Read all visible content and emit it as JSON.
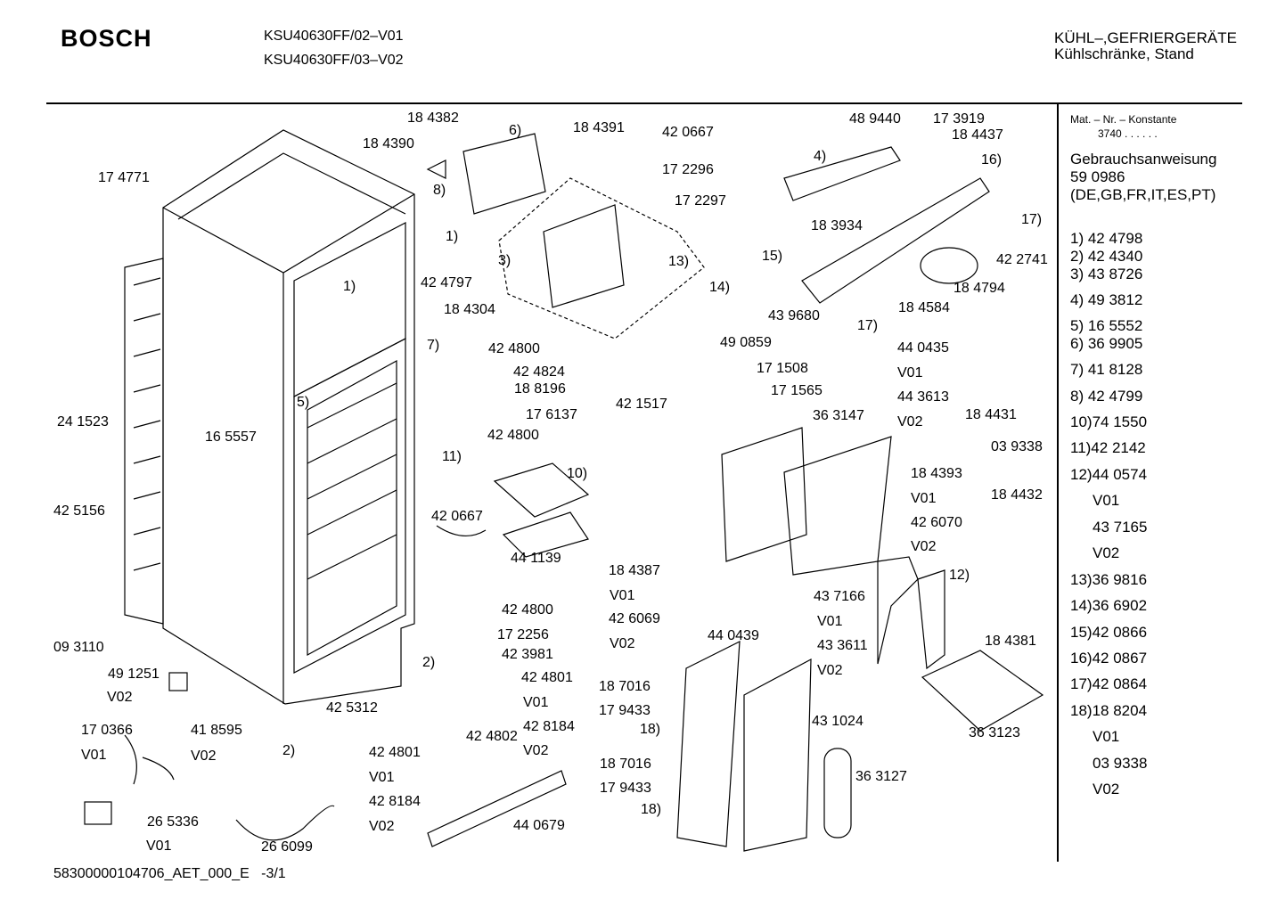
{
  "header": {
    "brand": "BOSCH",
    "models": [
      "KSU40630FF/02–V01",
      "KSU40630FF/03–V02"
    ],
    "category_line1": "KÜHL–,GEFRIERGERÄTE",
    "category_line2": "Kühlschränke, Stand"
  },
  "sidebar": {
    "constant_label": "Mat. – Nr. – Konstante",
    "constant_value": "3740 .  .   .  .  .  .",
    "manual_title": "Gebrauchsanweisung",
    "manual_number": "59 0986",
    "manual_langs": "(DE,GB,FR,IT,ES,PT)",
    "items": [
      {
        "text": "1) 42 4798",
        "indent": false
      },
      {
        "text": "2) 42 4340",
        "indent": false
      },
      {
        "text": "3) 43 8726",
        "indent": false
      },
      {
        "text": "4) 49 3812",
        "indent": false
      },
      {
        "text": "5) 16 5552",
        "indent": false
      },
      {
        "text": "6) 36 9905",
        "indent": false
      },
      {
        "text": "7) 41 8128",
        "indent": false
      },
      {
        "text": "8) 42 4799",
        "indent": false
      },
      {
        "text": "10)74 1550",
        "indent": false
      },
      {
        "text": "11)42 2142",
        "indent": false
      },
      {
        "text": "12)44 0574",
        "indent": false
      },
      {
        "text": "V01",
        "indent": true
      },
      {
        "text": "43 7165",
        "indent": true
      },
      {
        "text": "V02",
        "indent": true
      },
      {
        "text": "13)36 9816",
        "indent": false
      },
      {
        "text": "14)36 6902",
        "indent": false
      },
      {
        "text": "15)42 0866",
        "indent": false
      },
      {
        "text": "16)42 0867",
        "indent": false
      },
      {
        "text": "17)42 0864",
        "indent": false
      },
      {
        "text": "18)18 8204",
        "indent": false
      },
      {
        "text": "V01",
        "indent": true
      },
      {
        "text": "03 9338",
        "indent": true
      },
      {
        "text": "V02",
        "indent": true
      }
    ]
  },
  "labels": [
    "18 4382",
    "6)",
    "18 4391",
    "42 0667",
    "48 9440",
    "17 3919",
    "18 4390",
    "18 4437",
    "16)",
    "4)",
    "8)",
    "17 2296",
    "17 4771",
    "1)",
    "17 2297",
    "18 3934",
    "17)",
    "3)",
    "13)",
    "15)",
    "42 2741",
    "42 4797",
    "14)",
    "1)",
    "18 4794",
    "18 4304",
    "43 9680",
    "17)",
    "18 4584",
    "7)",
    "42 4800",
    "49 0859",
    "44 0435",
    "42 4824",
    "18 8196",
    "17 1508",
    "V01",
    "17 6137",
    "42 1517",
    "17 1565",
    "44 3613",
    "36 3147",
    "V02",
    "18 4431",
    "24 1523",
    "5)",
    "16 5557",
    "42 4800",
    "03 9338",
    "11)",
    "18 4393",
    "10)",
    "18 4432",
    "V01",
    "42 6070",
    "42 0667",
    "42 5156",
    "44 1139",
    "V02",
    "18 4387",
    "V01",
    "12)",
    "43 7166",
    "42 4800",
    "42 6069",
    "V01",
    "17 2256",
    "44 0439",
    "43 3611",
    "18 4381",
    "09 3110",
    "42 3981",
    "V02",
    "V02",
    "2)",
    "42 4801",
    "49 1251",
    "V01",
    "18 7016",
    "V02",
    "42 5312",
    "17 9433",
    "43 1024",
    "41 8595",
    "18)",
    "42 4802",
    "42 8184",
    "36 3123",
    "17 0366",
    "V02",
    "2)",
    "V01",
    "V02",
    "42 4801",
    "18 7016",
    "36 3127",
    "V01",
    "17 9433",
    "42 8184",
    "18)",
    "26 5336",
    "V02",
    "44 0679",
    "V01",
    "26 6099"
  ],
  "footer": {
    "code": "58300000104706_AET_000_E",
    "page": "-3/1"
  }
}
